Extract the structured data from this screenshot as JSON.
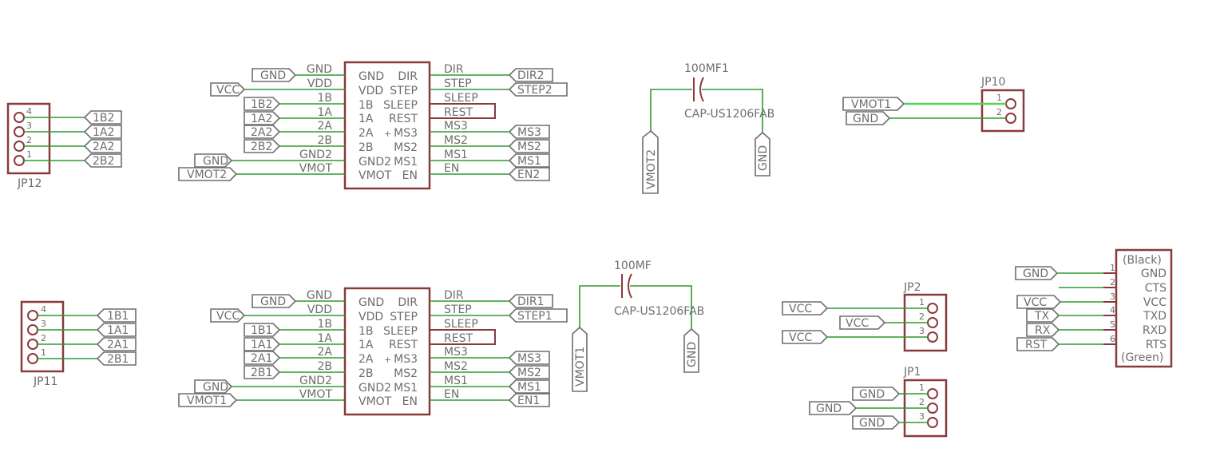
{
  "canvas": {
    "background": "#ffffff",
    "wire_color": "#2e9a2e",
    "symbol_color": "#8a3a3a",
    "text_color": "#6e6e6e"
  },
  "drivers": [
    {
      "left_nets": [
        "GND",
        "VDD",
        "1B",
        "1A",
        "2A",
        "2B",
        "GND2",
        "VMOT"
      ],
      "left_pins": [
        "GND",
        "VDD",
        "1B",
        "1A",
        "2A",
        "2B",
        "GND2",
        "VMOT"
      ],
      "right_pins": [
        "DIR",
        "STEP",
        "SLEEP",
        "REST",
        "MS3",
        "MS2",
        "MS1",
        "EN"
      ],
      "right_nets": [
        "DIR",
        "STEP",
        "SLEEP",
        "REST",
        "MS3",
        "MS2",
        "MS1",
        "EN"
      ],
      "left_flags": [
        "GND",
        "VCC",
        "1B2",
        "1A2",
        "2A2",
        "2B2",
        "GND",
        "VMOT2"
      ],
      "right_flags": [
        "DIR2",
        "STEP2",
        "MS3",
        "MS2",
        "MS1",
        "EN2"
      ]
    },
    {
      "left_nets": [
        "GND",
        "VDD",
        "1B",
        "1A",
        "2A",
        "2B",
        "GND2",
        "VMOT"
      ],
      "left_pins": [
        "GND",
        "VDD",
        "1B",
        "1A",
        "2A",
        "2B",
        "GND2",
        "VMOT"
      ],
      "right_pins": [
        "DIR",
        "STEP",
        "SLEEP",
        "REST",
        "MS3",
        "MS2",
        "MS1",
        "EN"
      ],
      "right_nets": [
        "DIR",
        "STEP",
        "SLEEP",
        "REST",
        "MS3",
        "MS2",
        "MS1",
        "EN"
      ],
      "left_flags": [
        "GND",
        "VCC",
        "1B1",
        "1A1",
        "2A1",
        "2B1",
        "GND",
        "VMOT1"
      ],
      "right_flags": [
        "DIR1",
        "STEP1",
        "MS3",
        "MS2",
        "MS1",
        "EN1"
      ]
    }
  ],
  "capacitors": [
    {
      "name": "100MF1",
      "value": "CAP-US1206FAB",
      "left_flag": "VMOT2",
      "right_flag": "GND"
    },
    {
      "name": "100MF",
      "value": "CAP-US1206FAB",
      "left_flag": "VMOT1",
      "right_flag": "GND"
    }
  ],
  "jp12": {
    "name": "JP12",
    "pins": [
      "4",
      "3",
      "2",
      "1"
    ],
    "flags": [
      "1B2",
      "1A2",
      "2A2",
      "2B2"
    ]
  },
  "jp11": {
    "name": "JP11",
    "pins": [
      "4",
      "3",
      "2",
      "1"
    ],
    "flags": [
      "1B1",
      "1A1",
      "2A1",
      "2B1"
    ]
  },
  "jp10": {
    "name": "JP10",
    "pins": [
      "1",
      "2"
    ],
    "flags": [
      "VMOT1",
      "GND"
    ]
  },
  "jp2": {
    "name": "JP2",
    "pins": [
      "1",
      "2",
      "3"
    ],
    "flags": [
      "VCC",
      "VCC",
      "VCC"
    ]
  },
  "jp1": {
    "name": "JP1",
    "pins": [
      "1",
      "2",
      "3"
    ],
    "flags": [
      "GND",
      "GND",
      "GND"
    ]
  },
  "ftdi": {
    "top": "(Black)",
    "bottom": "(Green)",
    "pins": [
      "1",
      "2",
      "3",
      "4",
      "5",
      "6"
    ],
    "signals": [
      "GND",
      "CTS",
      "VCC",
      "TXD",
      "RXD",
      "RTS"
    ],
    "flags": [
      "GND",
      "VCC",
      "TX",
      "RX",
      "RST"
    ]
  }
}
